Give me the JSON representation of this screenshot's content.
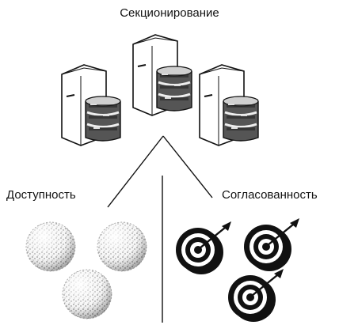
{
  "diagram": {
    "title": "Секционирование",
    "left_label": "Доступность",
    "right_label": "Согласованность",
    "icons": {
      "server": "server-with-database-icon",
      "sphere": "textured-sphere-icon",
      "target": "target-with-arrow-icon"
    },
    "colors": {
      "ink": "#111111",
      "paper": "#ffffff",
      "shade": "#9a9a9a"
    }
  }
}
